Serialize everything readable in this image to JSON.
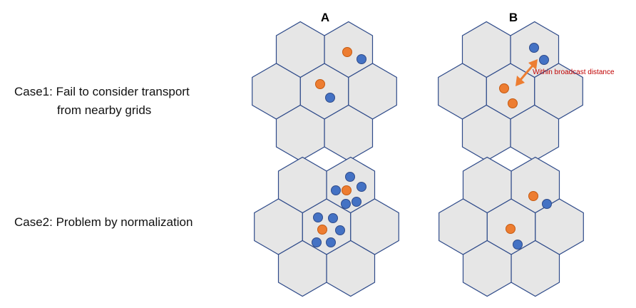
{
  "columns": [
    "A",
    "B"
  ],
  "cases": [
    {
      "line1": "Case1: Fail to consider transport",
      "line2": "from nearby grids"
    },
    {
      "line1": "Case2: Problem by normalization",
      "line2": ""
    }
  ],
  "annotation": "Within broadcast distance",
  "colors": {
    "hex_fill": "#e6e6e6",
    "hex_stroke": "#2f4b8a",
    "blue_dot": "#4472c4",
    "orange_dot": "#ed7d31",
    "annotation": "#c00000"
  }
}
